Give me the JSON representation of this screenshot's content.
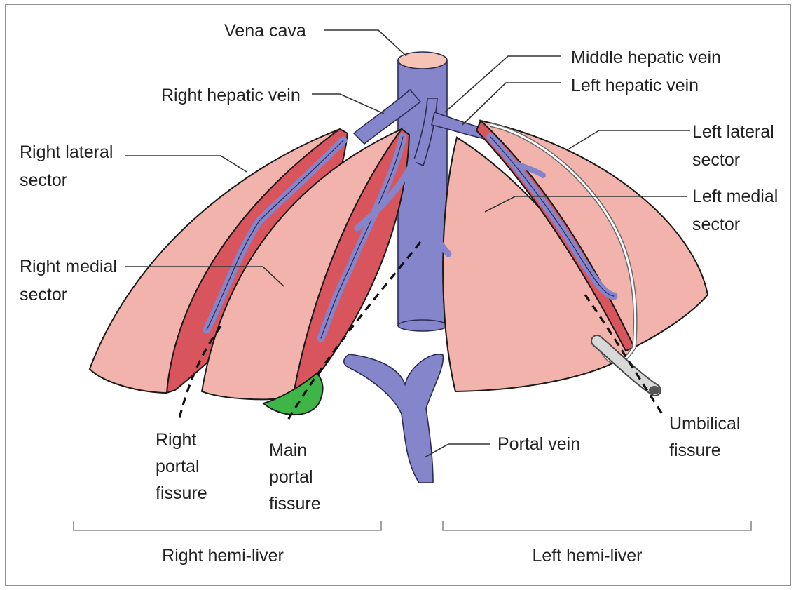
{
  "labels": {
    "vena_cava": "Vena cava",
    "middle_hepatic_vein": "Middle hepatic vein",
    "left_hepatic_vein": "Left hepatic vein",
    "right_hepatic_vein": "Right hepatic vein",
    "right_lateral_sector": [
      "Right lateral",
      "sector"
    ],
    "left_lateral_sector": [
      "Left lateral",
      "sector"
    ],
    "left_medial_sector": [
      "Left medial",
      "sector"
    ],
    "right_medial_sector": [
      "Right medial",
      "sector"
    ],
    "right_portal_fissure": [
      "Right",
      "portal",
      "fissure"
    ],
    "main_portal_fissure": [
      "Main",
      "portal",
      "fissure"
    ],
    "portal_vein": "Portal vein",
    "umbilical_fissure": [
      "Umbilical",
      "fissure"
    ],
    "right_hemi_liver": "Right hemi-liver",
    "left_hemi_liver": "Left hemi-liver"
  },
  "colors": {
    "sector_pink": "#f2b3ad",
    "cut_face_red": "#d9555d",
    "vein_purple": "#8585cc",
    "vena_cava_top": "#f6c4b4",
    "gallbladder_green": "#3fb548",
    "ligament_grey": "#d8d8d8"
  }
}
